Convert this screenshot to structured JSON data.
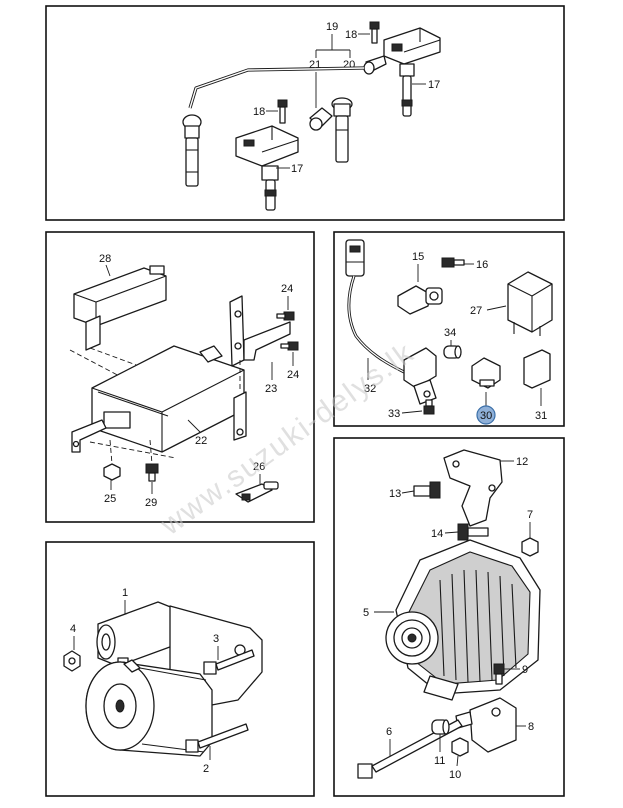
{
  "watermark": "www.suzuki-delys.lk",
  "panels": {
    "ignition_coil": {
      "labels": {
        "p19": "19",
        "p18a": "18",
        "p21": "21",
        "p20": "20",
        "p17a": "17",
        "p18b": "18",
        "p17b": "17"
      }
    },
    "ecu": {
      "labels": {
        "p28": "28",
        "p24a": "24",
        "p24b": "24",
        "p23": "23",
        "p22": "22",
        "p26": "26",
        "p25": "25",
        "p29": "29"
      }
    },
    "sensor": {
      "labels": {
        "p15": "15",
        "p16": "16",
        "p27": "27",
        "p34": "34",
        "p32": "32",
        "p33": "33",
        "p30": "30",
        "p31": "31"
      },
      "highlighted_label": "30"
    },
    "starter": {
      "labels": {
        "p1": "1",
        "p4": "4",
        "p3": "3",
        "p2": "2"
      }
    },
    "alternator": {
      "labels": {
        "p12": "12",
        "p13": "13",
        "p14": "14",
        "p7": "7",
        "p5": "5",
        "p9": "9",
        "p8": "8",
        "p6": "6",
        "p11": "11",
        "p10": "10"
      }
    }
  },
  "colors": {
    "highlight": "#8fb0d8",
    "ink": "#1a1a1a"
  }
}
